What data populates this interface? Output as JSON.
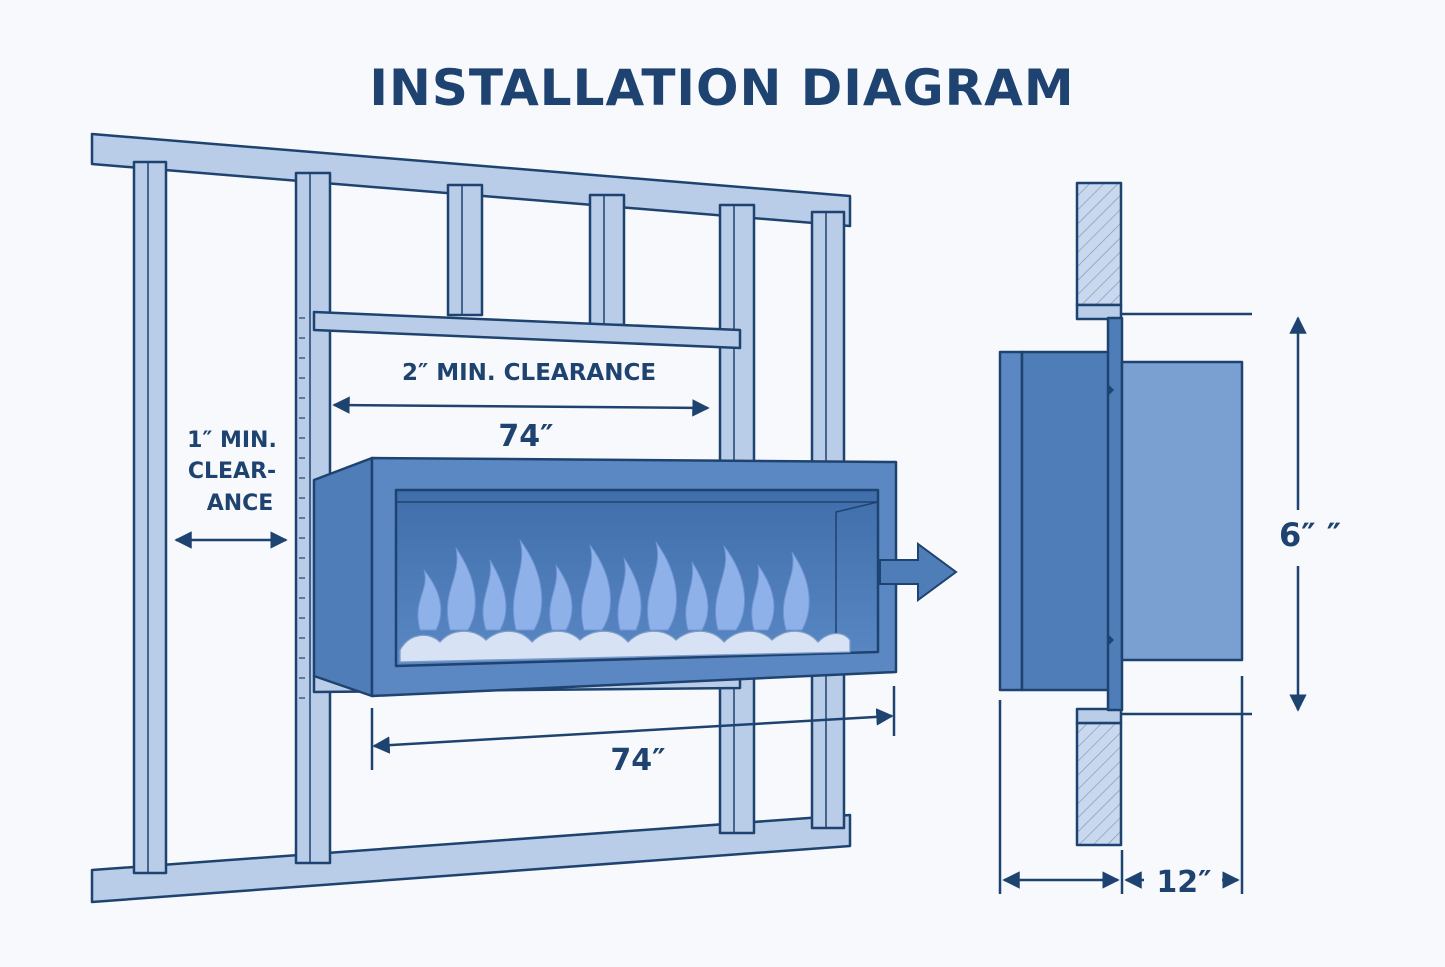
{
  "title": "INSTALLATION DIAGRAM",
  "front_view": {
    "side_clearance_lines": [
      "1″ MIN.",
      "CLEAR-",
      "ANCE"
    ],
    "top_clearance_label": "2″ MIN. CLEARANCE",
    "upper_width_label": "74″",
    "lower_width_label": "74″"
  },
  "side_view": {
    "height_label": "6″ ″",
    "depth_label": "12″"
  },
  "colors": {
    "ink": "#1f4370",
    "frame": "#b9cde8",
    "fireplace": "#5b88c2",
    "flame": "#8fb1ea",
    "background": "#f7f9fc"
  }
}
